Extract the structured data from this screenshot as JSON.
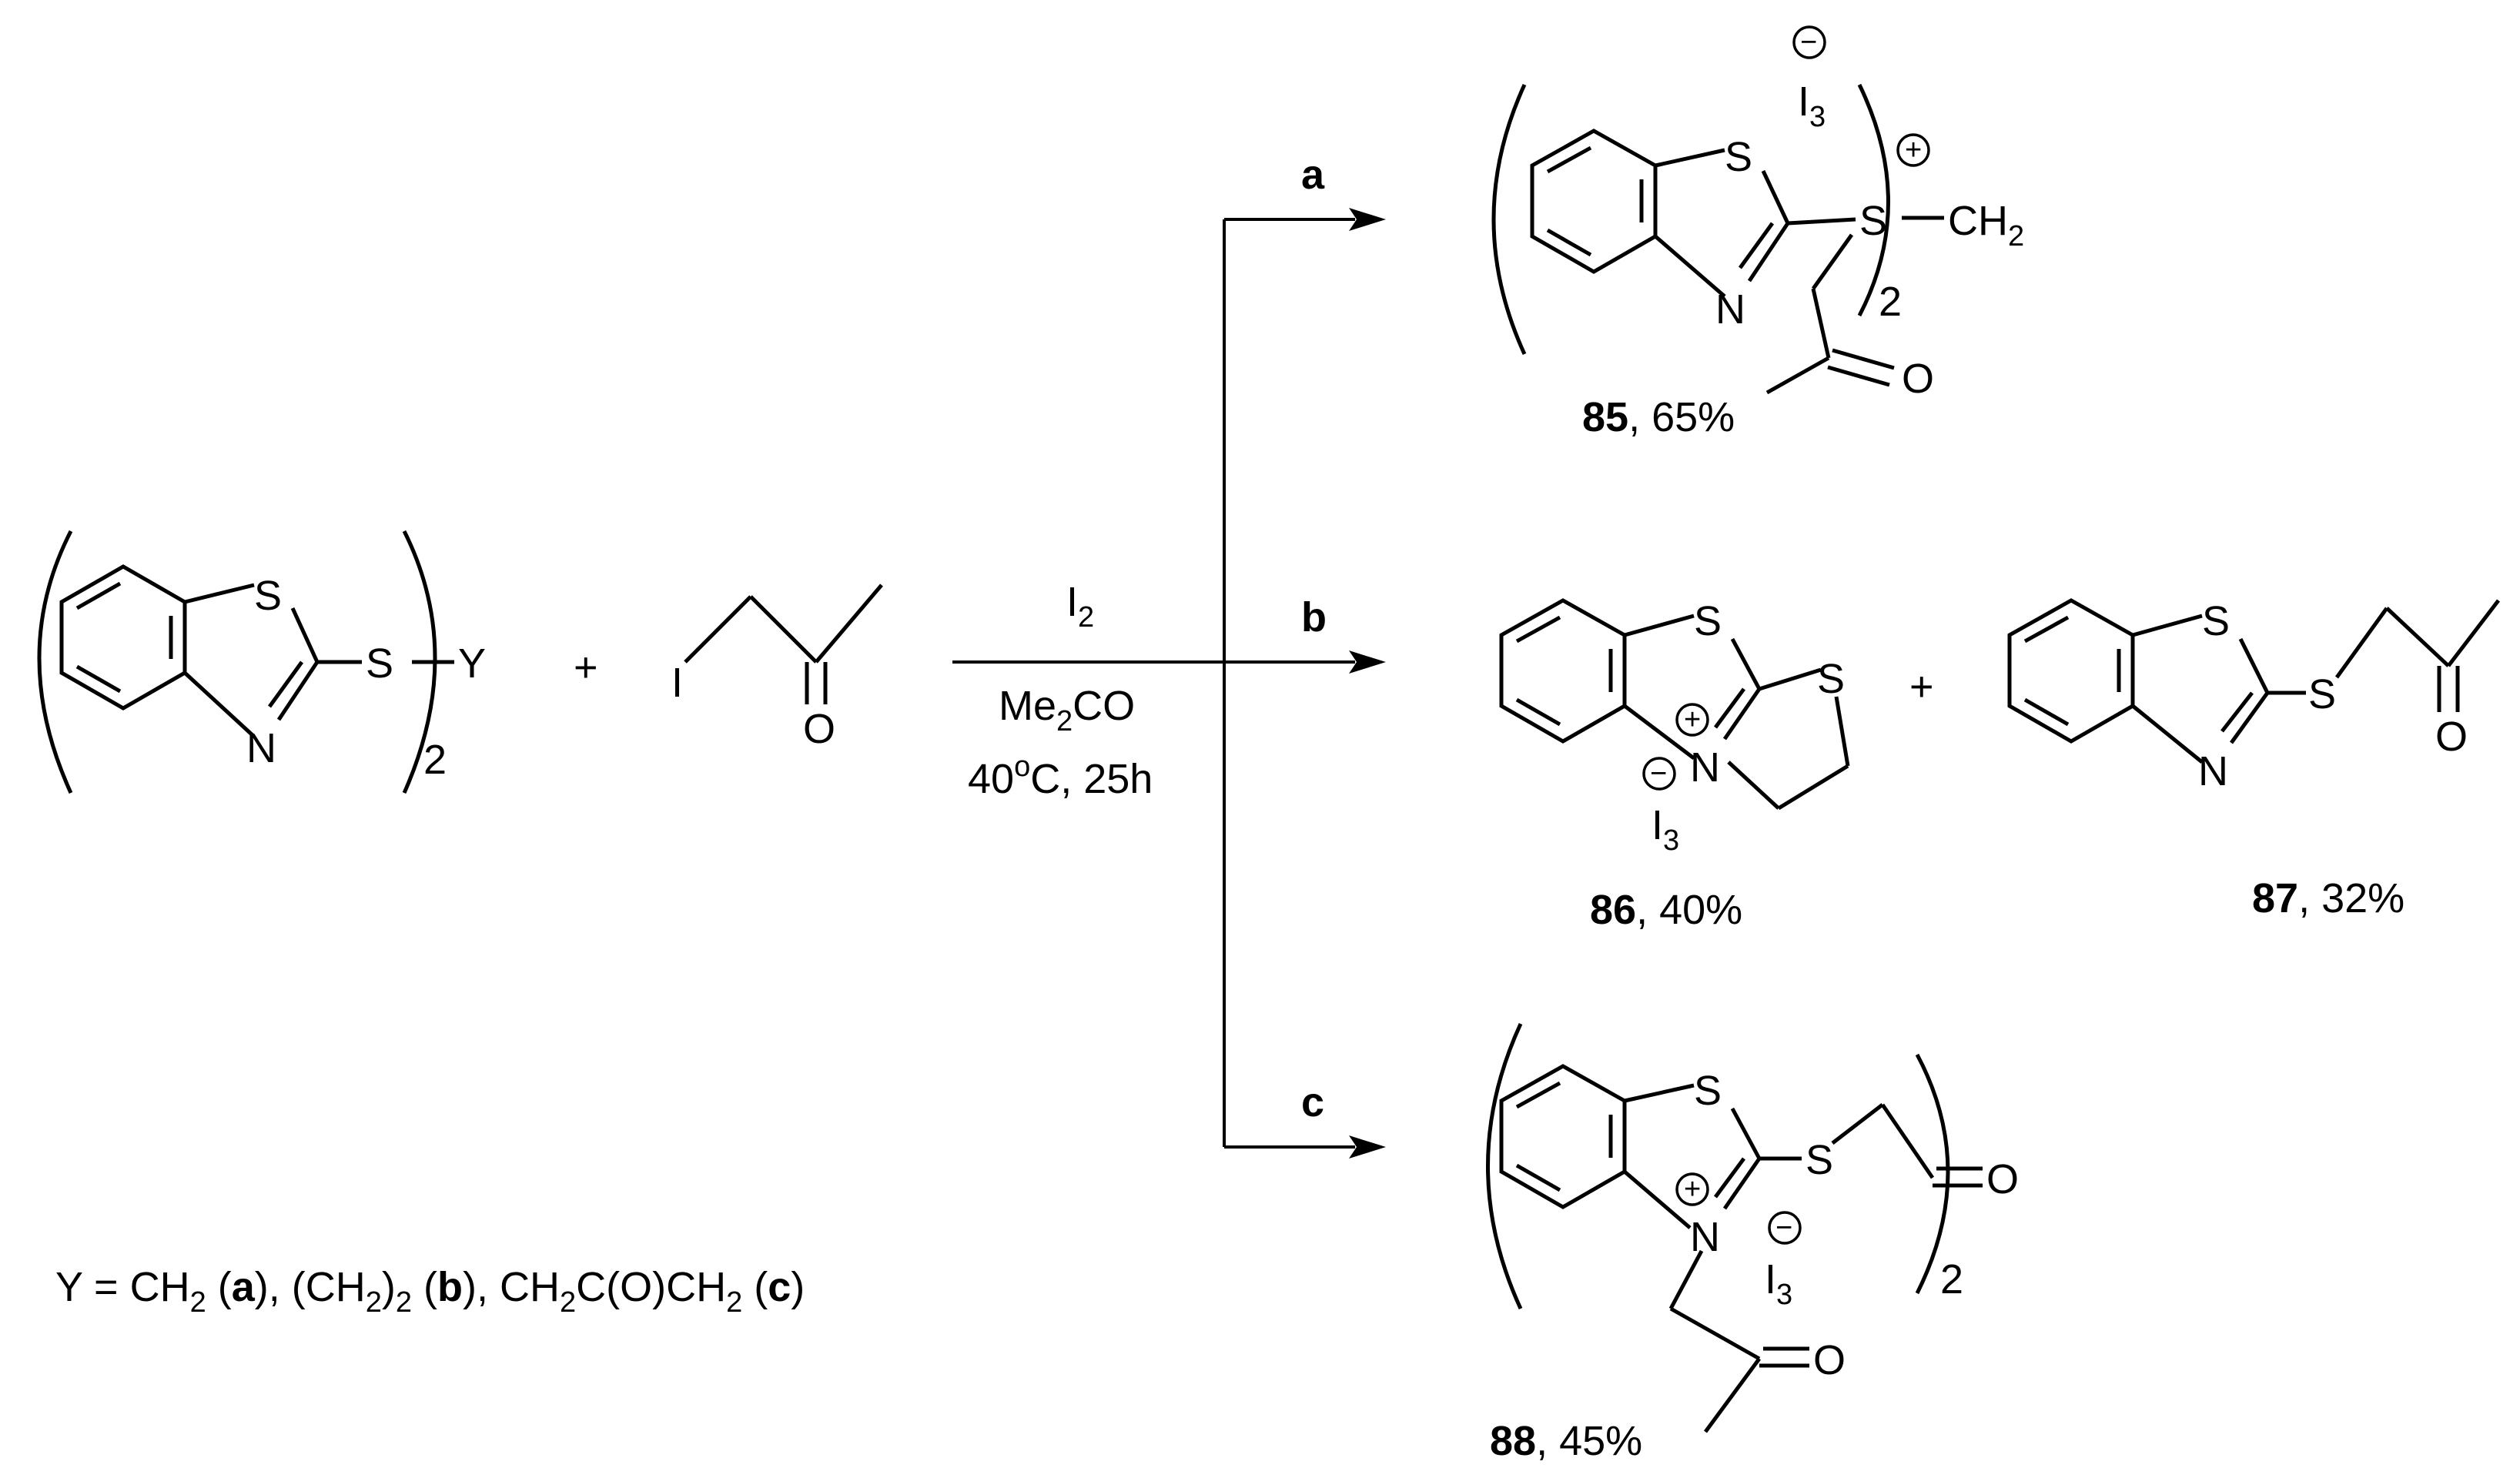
{
  "reagents": {
    "reactant_atoms": {
      "s_ring": "S",
      "n_ring": "N",
      "s_thio": "S",
      "y": "Y",
      "mult": "2"
    },
    "plus": "+",
    "iodo_atoms": {
      "i": "I",
      "o": "O"
    }
  },
  "conditions": {
    "line1": {
      "main": "I",
      "sub": "2"
    },
    "line2": {
      "main": "Me",
      "sub": "2",
      "tail": "CO"
    },
    "line3": {
      "main": "40",
      "deg": "o",
      "tail": "C, 25h"
    }
  },
  "routes": {
    "a": "a",
    "b": "b",
    "c": "c"
  },
  "product_85": {
    "atoms": {
      "s_ring": "S",
      "n_ring": "N",
      "s_plus": "S",
      "ch": "CH",
      "ch_sub": "2",
      "o": "O",
      "i": "I",
      "i_sub": "3",
      "mult": "2"
    },
    "charges": {
      "plus": "+",
      "minus": "−"
    },
    "label": {
      "num": "85",
      "yield": ", 65%"
    }
  },
  "product_86": {
    "atoms": {
      "s_ring": "S",
      "n_ring": "N",
      "s_ring2": "S",
      "i": "I",
      "i_sub": "3"
    },
    "charges": {
      "plus": "+",
      "minus": "−"
    },
    "label": {
      "num": "86",
      "yield": ", 40%"
    }
  },
  "plus_between": "+",
  "product_87": {
    "atoms": {
      "s_ring": "S",
      "n_ring": "N",
      "s_thio": "S",
      "o": "O"
    },
    "label": {
      "num": "87",
      "yield": ", 32%"
    }
  },
  "product_88": {
    "atoms": {
      "s_ring": "S",
      "n_ring": "N",
      "s_thio": "S",
      "o1": "O",
      "o2": "O",
      "i": "I",
      "i_sub": "3",
      "mult": "2"
    },
    "charges": {
      "plus": "+",
      "minus": "−"
    },
    "label": {
      "num": "88",
      "yield": ", 45%"
    }
  },
  "legend": {
    "p1": "Y = CH",
    "s1": "2",
    "p2": " (",
    "b_a": "a",
    "p3": "), (CH",
    "s2": "2",
    "p4": ")",
    "s3": "2",
    "p5": " (",
    "b_b": "b",
    "p6": "), CH",
    "s4": "2",
    "p7": "C(O)CH",
    "s5": "2",
    "p8": " (",
    "b_c": "c",
    "p9": ")"
  }
}
